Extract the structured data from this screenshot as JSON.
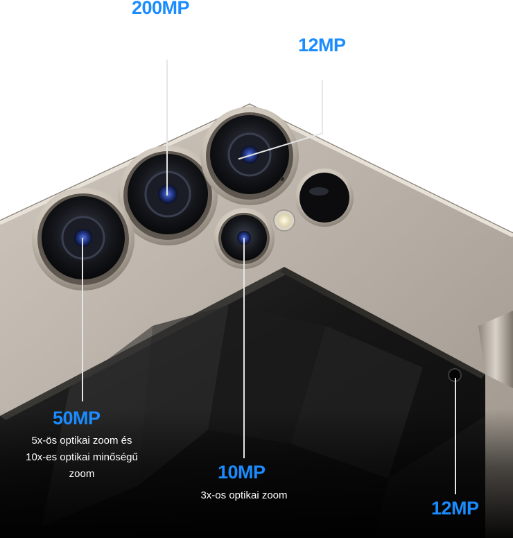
{
  "colors": {
    "label_blue": "#1a8cff",
    "phone_body": "#b5aca1",
    "screen_dark": "#141414",
    "text_white": "#ffffff"
  },
  "cameras": {
    "main": {
      "label": "200MP"
    },
    "ultrawide": {
      "label": "12MP"
    },
    "periscope": {
      "label": "50MP",
      "description": [
        "5x-ös optikai zoom és",
        "10x-es optikai minőségű",
        "zoom"
      ]
    },
    "tele": {
      "label": "10MP",
      "description": [
        "3x-os optikai zoom"
      ]
    },
    "front": {
      "label": "12MP"
    }
  }
}
